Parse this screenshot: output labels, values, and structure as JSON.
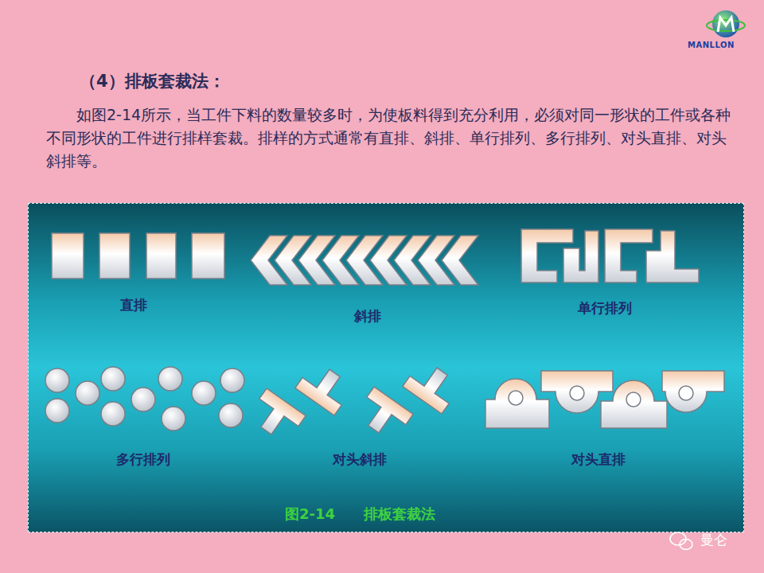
{
  "diagram": {
    "title": "（4）排板套裁法：",
    "caption": "图2-14　　排板套裁法",
    "labels": [
      "如图2-14所示，当工件下料的数量较多时，为使板料得到充分利用，必须对同一形状的工件或各种不同形状的工件进行排样套裁。排样的方式通常有直排、斜排、单行排列、多行排列、对头直排、对头斜排等。",
      "直排",
      "斜排",
      "单行排列",
      "多行排列",
      "对头斜排",
      "对头直排",
      "MANLLON",
      "曼仑"
    ]
  }
}
